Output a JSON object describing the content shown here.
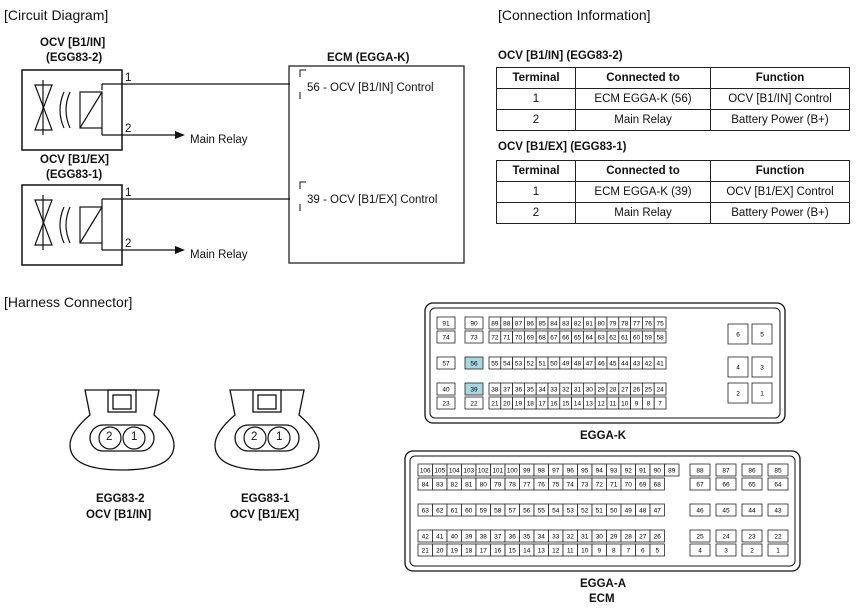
{
  "circuit": {
    "heading": "[Circuit Diagram]",
    "ocv_in": {
      "name": "OCV [B1/IN]",
      "code": "(EGG83-2)"
    },
    "ocv_ex": {
      "name": "OCV [B1/EX]",
      "code": "(EGG83-1)"
    },
    "pin1": "1",
    "pin2": "2",
    "main_relay": "Main Relay",
    "ecm_title": "ECM (EGGA-K)",
    "ecm_pin56": "56 - OCV [B1/IN] Control",
    "ecm_pin39": "39 - OCV [B1/EX] Control"
  },
  "connection": {
    "heading": "[Connection Information]",
    "tables": [
      {
        "title": "OCV [B1/IN] (EGG83-2)",
        "headers": [
          "Terminal",
          "Connected to",
          "Function"
        ],
        "rows": [
          [
            "1",
            "ECM EGGA-K (56)",
            "OCV [B1/IN] Control"
          ],
          [
            "2",
            "Main Relay",
            "Battery Power (B+)"
          ]
        ]
      },
      {
        "title": "OCV [B1/EX] (EGG83-1)",
        "headers": [
          "Terminal",
          "Connected to",
          "Function"
        ],
        "rows": [
          [
            "1",
            "ECM EGGA-K (39)",
            "OCV [B1/EX] Control"
          ],
          [
            "2",
            "Main Relay",
            "Battery Power (B+)"
          ]
        ]
      }
    ]
  },
  "harness": {
    "heading": "[Harness Connector]",
    "connectors": [
      {
        "line1": "EGG83-2",
        "line2": "OCV [B1/IN]",
        "pins": [
          "2",
          "1"
        ]
      },
      {
        "line1": "EGG83-1",
        "line2": "OCV [B1/EX]",
        "pins": [
          "2",
          "1"
        ]
      }
    ],
    "egga_k_label": "EGGA-K",
    "egga_a_label": "EGGA-A",
    "ecm_label": "ECM",
    "highlight_color": "#a8d8e0"
  }
}
